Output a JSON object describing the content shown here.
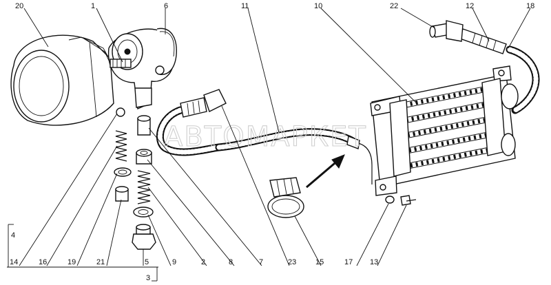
{
  "watermark": "АВТОМАРКЕТ",
  "callouts": {
    "c20": "20",
    "c1": "1",
    "c6": "6",
    "c11": "11",
    "c10": "10",
    "c22": "22",
    "c12": "12",
    "c18": "18",
    "c4": "4",
    "c14": "14",
    "c16": "16",
    "c19": "19",
    "c21": "21",
    "c5": "5",
    "c9": "9",
    "c2": "2",
    "c8": "8",
    "c7": "7",
    "c23": "23",
    "c15": "15",
    "c17": "17",
    "c13": "13",
    "c3": "3"
  }
}
